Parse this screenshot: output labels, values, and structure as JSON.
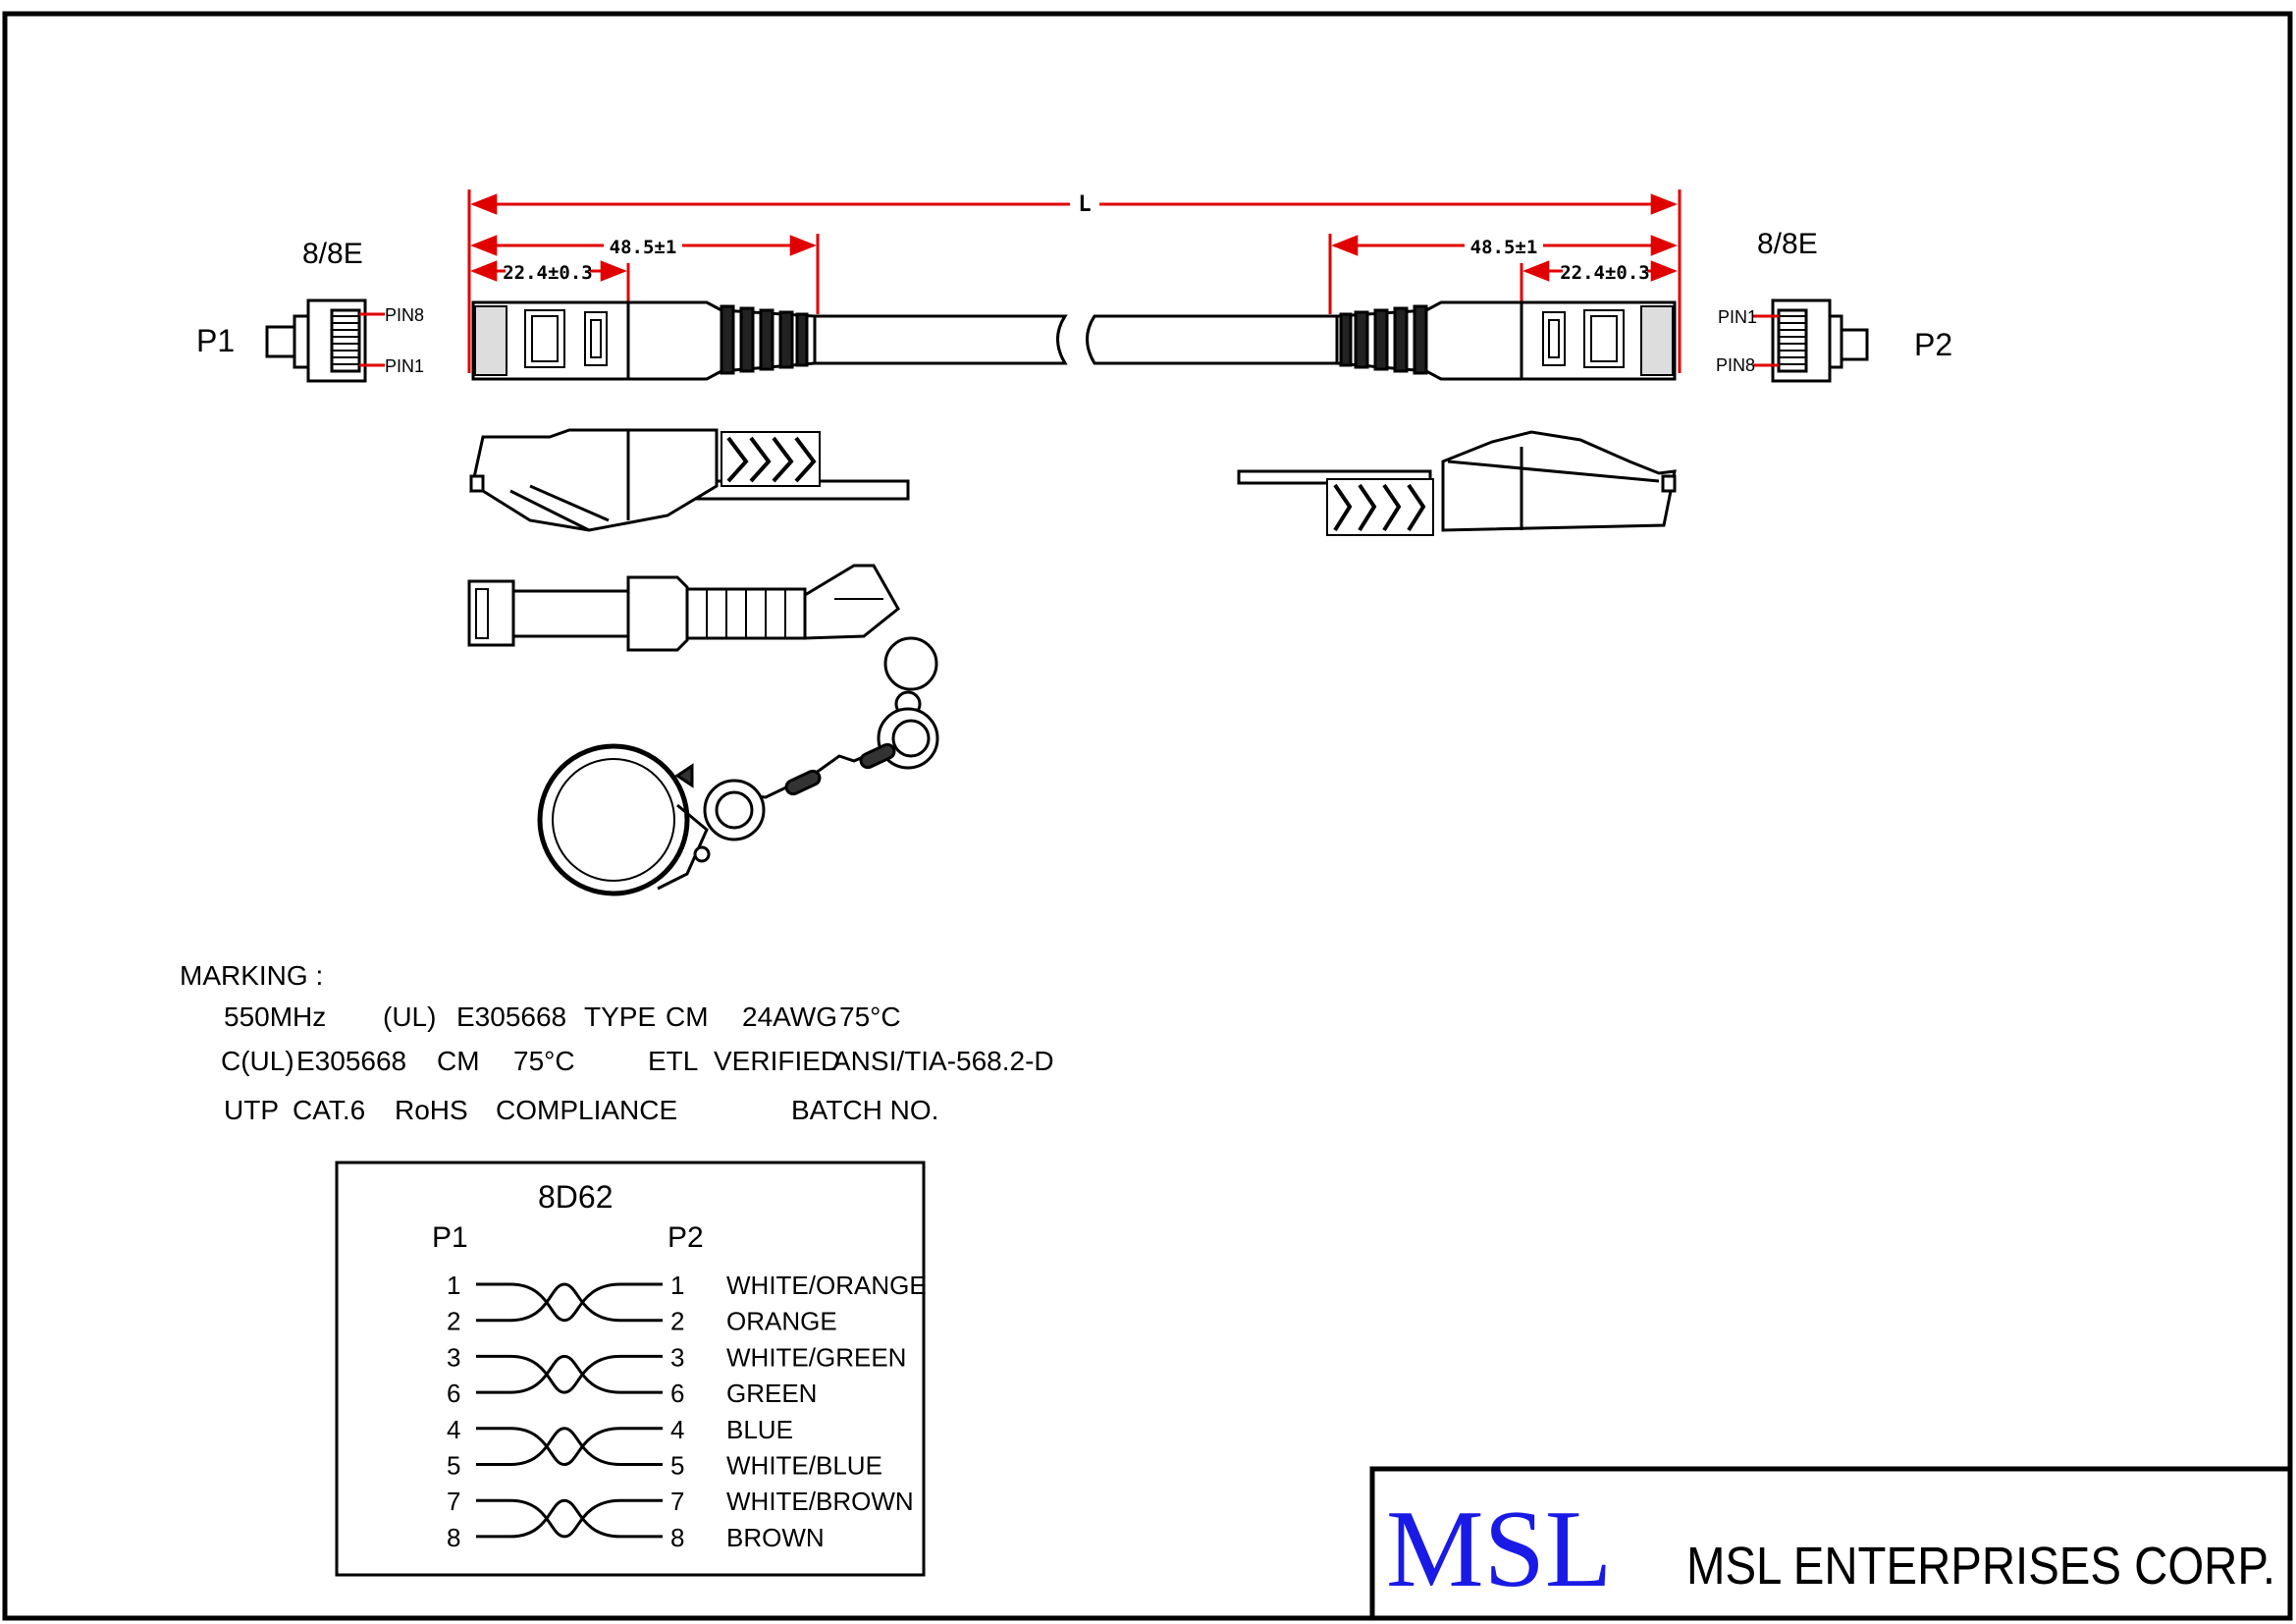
{
  "drawing": {
    "dimensions": {
      "overall_length": "L",
      "boot_length": "48.5±1",
      "plug_length": "22.4±0.3"
    },
    "connectors": {
      "p1": {
        "label": "P1",
        "type": "8/8E",
        "pin_top": "PIN8",
        "pin_bottom": "PIN1"
      },
      "p2": {
        "label": "P2",
        "type": "8/8E",
        "pin_top": "PIN1",
        "pin_bottom": "PIN8"
      }
    },
    "colors": {
      "line": "#000000",
      "dimension": "#e00000",
      "logo": "#1a1ae6"
    }
  },
  "marking": {
    "title": "MARKING :",
    "line1": [
      "550MHz",
      "(UL)",
      "E305668",
      "TYPE",
      "CM",
      "24AWG",
      "75°C"
    ],
    "line2": [
      "C(UL)",
      "E305668",
      "CM",
      "75°C",
      "ETL",
      "VERIFIED",
      "ANSI/TIA-568.2-D"
    ],
    "line3": [
      "UTP",
      "CAT.6",
      "RoHS",
      "COMPLIANCE",
      "BATCH NO."
    ]
  },
  "wiring": {
    "title": "8D62",
    "col_left": "P1",
    "col_right": "P2",
    "rows": [
      {
        "p1": "1",
        "p2": "1",
        "color": "WHITE/ORANGE"
      },
      {
        "p1": "2",
        "p2": "2",
        "color": "ORANGE"
      },
      {
        "p1": "3",
        "p2": "3",
        "color": "WHITE/GREEN"
      },
      {
        "p1": "6",
        "p2": "6",
        "color": "GREEN"
      },
      {
        "p1": "4",
        "p2": "4",
        "color": "BLUE"
      },
      {
        "p1": "5",
        "p2": "5",
        "color": "WHITE/BLUE"
      },
      {
        "p1": "7",
        "p2": "7",
        "color": "WHITE/BROWN"
      },
      {
        "p1": "8",
        "p2": "8",
        "color": "BROWN"
      }
    ]
  },
  "title_block": {
    "logo": "MSL",
    "company": "MSL ENTERPRISES CORP."
  }
}
